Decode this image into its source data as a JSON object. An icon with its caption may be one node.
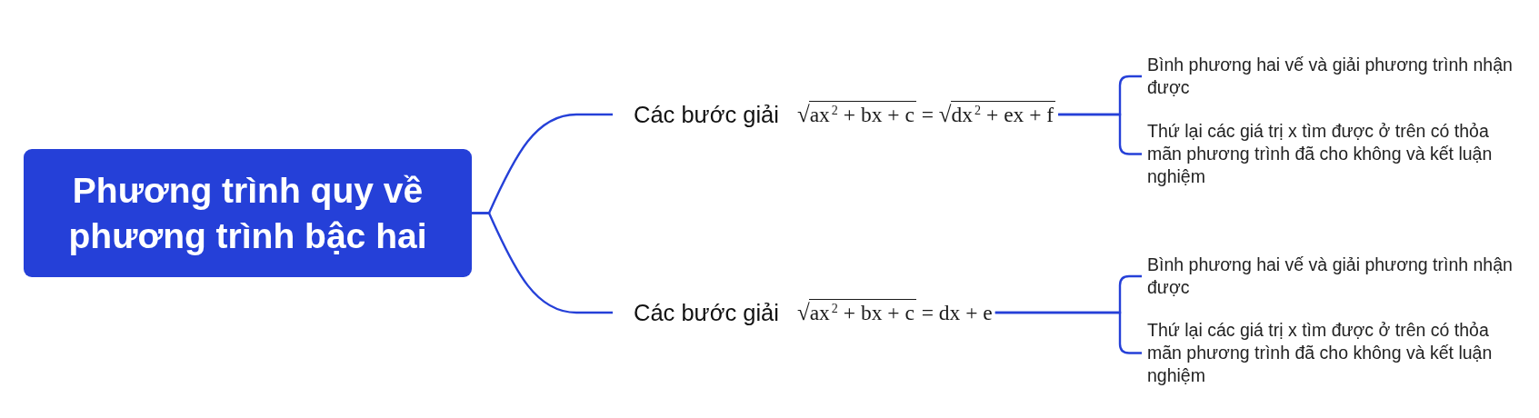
{
  "diagram": {
    "nodes": [
      {
        "text": [
          "Phương trình quy về phương trình bậc hai"
        ]
      },
      {
        "text": [
          "Các bước giải",
          "√ax$^{2}$ + bx + c = √dx$^{2}$ + ex + f"
        ]
      },
      {
        "text": [
          "Bình phương hai vế và giải phương trình nhận được"
        ]
      },
      {
        "text": [
          "Thứ lại các giá trị x tìm được ở trên có thỏa mãn phương trình đã cho không và kết luận nghiệm"
        ]
      },
      {
        "text": [
          "Các bước giải",
          "√ax$^{2}$ + bx + c = dx + e"
        ]
      },
      {
        "text": [
          "Bình phương hai vế và giải phương trình nhận được"
        ]
      },
      {
        "text": [
          "Thứ lại các giá trị x tìm được ở trên có thỏa mãn phương trình đã cho không và kết luận nghiệm"
        ]
      }
    ],
    "edges": [
      {
        "from": 0,
        "to": 1,
        "arrow": "none"
      },
      {
        "from": 0,
        "to": 4,
        "arrow": "none"
      },
      {
        "from": 1,
        "to": 2,
        "arrow": "none"
      },
      {
        "from": 1,
        "to": 3,
        "arrow": "none"
      },
      {
        "from": 4,
        "to": 5,
        "arrow": "none"
      },
      {
        "from": 4,
        "to": 6,
        "arrow": "none"
      }
    ]
  }
}
